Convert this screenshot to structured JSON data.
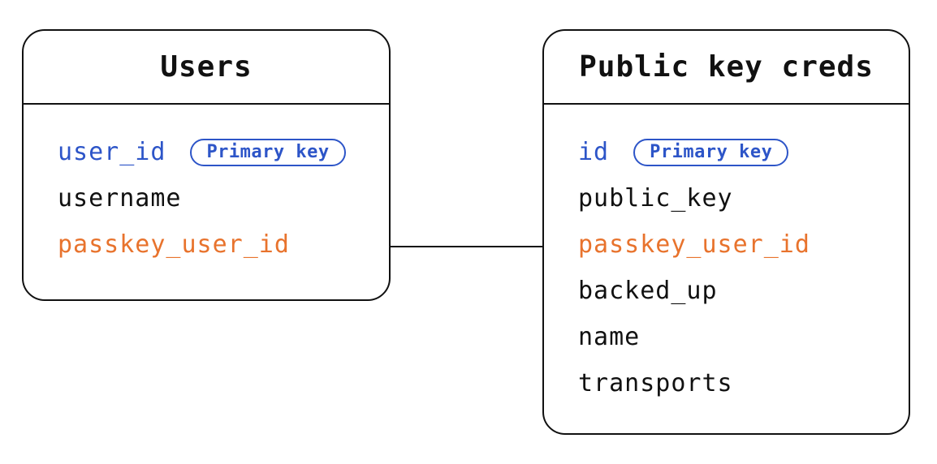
{
  "colors": {
    "primary_key_text": "#2d55c8",
    "foreign_key_text": "#e8732d",
    "field_text": "#111111",
    "border": "#111111",
    "background": "#ffffff"
  },
  "tables": {
    "users": {
      "title": "Users",
      "fields": [
        {
          "name": "user_id",
          "role": "primary-key",
          "badge": "Primary key"
        },
        {
          "name": "username",
          "role": "regular"
        },
        {
          "name": "passkey_user_id",
          "role": "foreign-key"
        }
      ]
    },
    "public_key_creds": {
      "title": "Public key creds",
      "fields": [
        {
          "name": "id",
          "role": "primary-key",
          "badge": "Primary key"
        },
        {
          "name": "public_key",
          "role": "regular"
        },
        {
          "name": "passkey_user_id",
          "role": "foreign-key"
        },
        {
          "name": "backed_up",
          "role": "regular"
        },
        {
          "name": "name",
          "role": "regular"
        },
        {
          "name": "transports",
          "role": "regular"
        }
      ]
    }
  },
  "relationship": {
    "from": "Users.passkey_user_id",
    "to": "Public key creds.passkey_user_id",
    "style": "straight-line"
  }
}
